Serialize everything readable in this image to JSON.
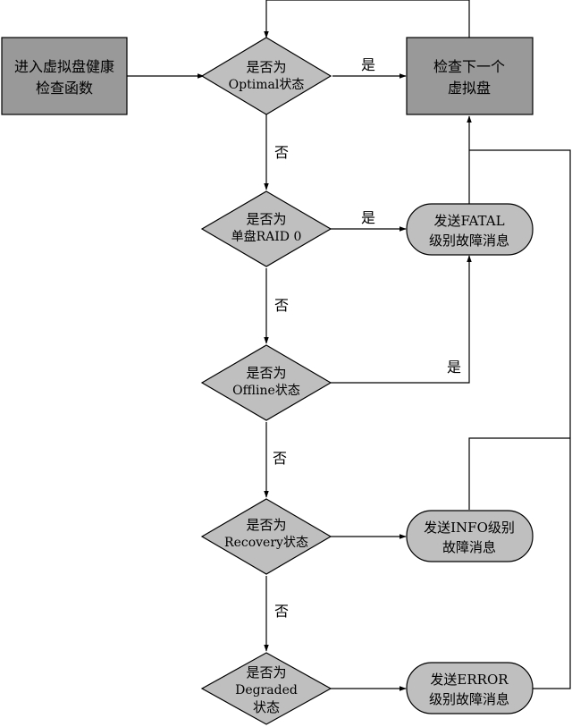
{
  "nodes": {
    "start": {
      "line1": "进入虚拟盘健康",
      "line2": "检查函数"
    },
    "check_next": {
      "line1": "检查下一个",
      "line2": "虚拟盘"
    },
    "d_optimal": {
      "line1": "是否为",
      "line2": "Optimal状态"
    },
    "d_raid0": {
      "line1": "是否为",
      "line2": "单盘RAID 0"
    },
    "d_offline": {
      "line1": "是否为",
      "line2": "Offline状态"
    },
    "d_recovery": {
      "line1": "是否为",
      "line2": "Recovery状态"
    },
    "d_degraded": {
      "line1": "是否为",
      "line2": "Degraded",
      "line3": "状态"
    },
    "send_fatal": {
      "line1": "发送FATAL",
      "line2": "级别故障消息"
    },
    "send_info": {
      "line1": "发送INFO级别",
      "line2": "故障消息"
    },
    "send_error": {
      "line1": "发送ERROR",
      "line2": "级别故障消息"
    }
  },
  "edge_labels": {
    "optimal_yes": "是",
    "optimal_no": "否",
    "raid0_yes": "是",
    "raid0_no": "否",
    "offline_yes": "是",
    "offline_no": "否",
    "recovery_no": "否"
  }
}
